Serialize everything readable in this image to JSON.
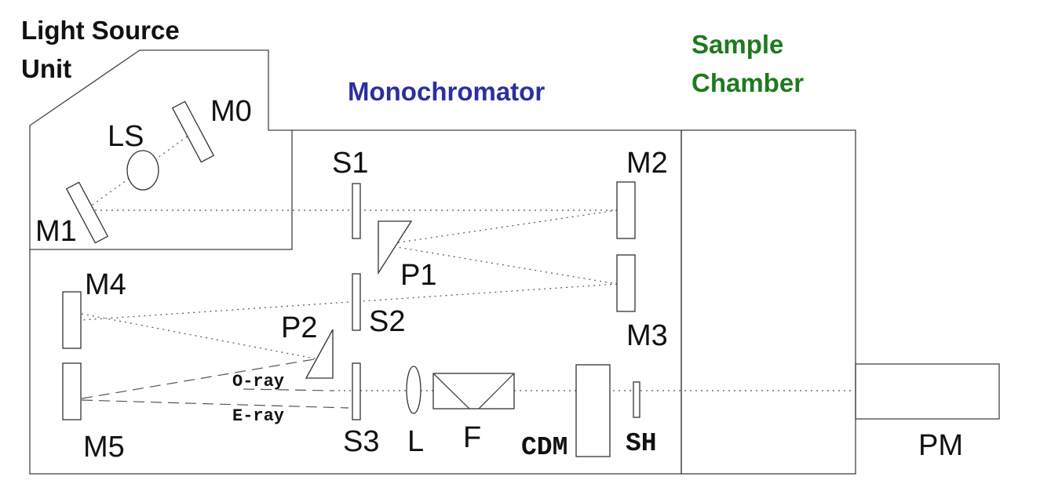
{
  "colors": {
    "light_source_unit": "#111111",
    "monochromator": "#2b2fa0",
    "sample_chamber": "#1e7a1e"
  },
  "units": {
    "light_source_line1": "Light Source",
    "light_source_line2": "Unit",
    "monochromator": "Monochromator",
    "sample_chamber_line1": "Sample",
    "sample_chamber_line2": "Chamber"
  },
  "components": {
    "ls": "LS",
    "m0": "M0",
    "m1": "M1",
    "m2": "M2",
    "m3": "M3",
    "m4": "M4",
    "m5": "M5",
    "s1": "S1",
    "s2": "S2",
    "s3": "S3",
    "p1": "P1",
    "p2": "P2",
    "l": "L",
    "f": "F",
    "cdm": "CDM",
    "sh": "SH",
    "pm": "PM"
  },
  "rays": {
    "o_ray": "O-ray",
    "e_ray": "E-ray"
  }
}
